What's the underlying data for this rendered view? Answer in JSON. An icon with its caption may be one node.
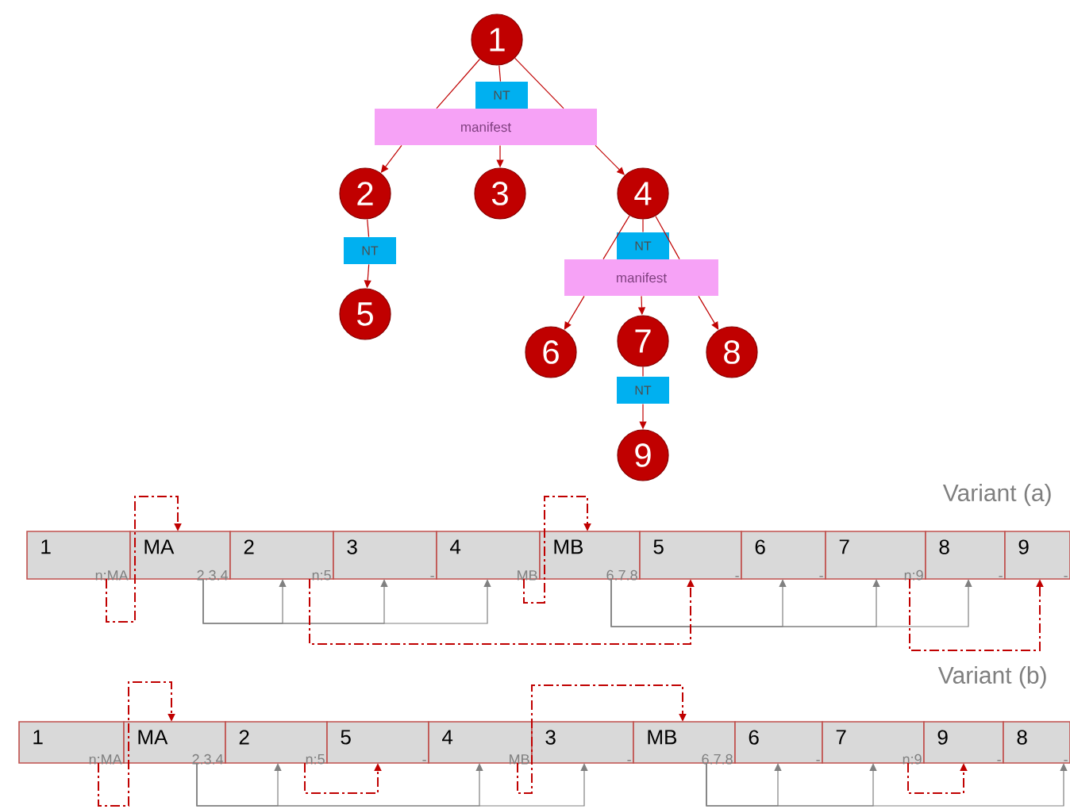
{
  "diagram": {
    "nodes": [
      {
        "text": [
          "1"
        ]
      },
      {
        "text": [
          "NT"
        ]
      },
      {
        "text": [
          "manifest"
        ]
      },
      {
        "text": [
          "2"
        ]
      },
      {
        "text": [
          "3"
        ]
      },
      {
        "text": [
          "4"
        ]
      },
      {
        "text": [
          "NT"
        ]
      },
      {
        "text": [
          "NT"
        ]
      },
      {
        "text": [
          "manifest"
        ]
      },
      {
        "text": [
          "5"
        ]
      },
      {
        "text": [
          "6"
        ]
      },
      {
        "text": [
          "7"
        ]
      },
      {
        "text": [
          "8"
        ]
      },
      {
        "text": [
          "NT"
        ]
      },
      {
        "text": [
          "9"
        ]
      },
      {
        "text": [
          "1",
          "n:MA"
        ]
      },
      {
        "text": [
          "MA",
          "2.3.4"
        ]
      },
      {
        "text": [
          "2",
          "n:5"
        ]
      },
      {
        "text": [
          "3",
          "-"
        ]
      },
      {
        "text": [
          "4",
          "MB"
        ]
      },
      {
        "text": [
          "MB",
          "6.7.8"
        ]
      },
      {
        "text": [
          "5",
          "-"
        ]
      },
      {
        "text": [
          "6",
          "-"
        ]
      },
      {
        "text": [
          "7",
          "n:9"
        ]
      },
      {
        "text": [
          "8",
          "-"
        ]
      },
      {
        "text": [
          "9",
          "-"
        ]
      },
      {
        "text": [
          "1",
          "n:MA"
        ]
      },
      {
        "text": [
          "MA",
          "2.3.4"
        ]
      },
      {
        "text": [
          "2",
          "n:5"
        ]
      },
      {
        "text": [
          "5",
          "-"
        ]
      },
      {
        "text": [
          "4",
          "MB"
        ]
      },
      {
        "text": [
          "3",
          "-"
        ]
      },
      {
        "text": [
          "MB",
          "6.7.8"
        ]
      },
      {
        "text": [
          "6",
          "-"
        ]
      },
      {
        "text": [
          "7",
          "n:9"
        ]
      },
      {
        "text": [
          "9",
          "-"
        ]
      },
      {
        "text": [
          "8",
          "-"
        ]
      }
    ],
    "edges": [
      {
        "from": 0,
        "to": 1,
        "arrow": "none"
      },
      {
        "from": 0,
        "to": 2,
        "arrow": "none"
      },
      {
        "from": 0,
        "to": 2,
        "arrow": "none"
      },
      {
        "from": 2,
        "to": 3,
        "arrow": "to"
      },
      {
        "from": 2,
        "to": 4,
        "arrow": "to"
      },
      {
        "from": 2,
        "to": 5,
        "arrow": "to"
      },
      {
        "from": 3,
        "to": 6,
        "arrow": "none"
      },
      {
        "from": 6,
        "to": 9,
        "arrow": "to"
      },
      {
        "from": 5,
        "to": 7,
        "arrow": "none"
      },
      {
        "from": 5,
        "to": 8,
        "arrow": "none"
      },
      {
        "from": 5,
        "to": 8,
        "arrow": "none"
      },
      {
        "from": 8,
        "to": 10,
        "arrow": "to"
      },
      {
        "from": 8,
        "to": 11,
        "arrow": "to"
      },
      {
        "from": 8,
        "to": 12,
        "arrow": "to"
      },
      {
        "from": 11,
        "to": 13,
        "arrow": "none"
      },
      {
        "from": 13,
        "to": 14,
        "arrow": "to"
      },
      {
        "from": 16,
        "to": 17,
        "arrow": "to",
        "color": "#808080"
      },
      {
        "from": 16,
        "to": 18,
        "arrow": "to",
        "color": "#808080"
      },
      {
        "from": 16,
        "to": 19,
        "arrow": "to",
        "color": "#808080"
      },
      {
        "from": 20,
        "to": 22,
        "arrow": "to",
        "color": "#808080"
      },
      {
        "from": 20,
        "to": 23,
        "arrow": "to",
        "color": "#808080"
      },
      {
        "from": 20,
        "to": 24,
        "arrow": "to",
        "color": "#808080"
      },
      {
        "from": 15,
        "to": 16,
        "arrow": "to",
        "style": "dashed"
      },
      {
        "from": 17,
        "to": 21,
        "arrow": "to",
        "style": "dashed"
      },
      {
        "from": 19,
        "to": 20,
        "arrow": "to",
        "style": "dashed"
      },
      {
        "from": 23,
        "to": 25,
        "arrow": "to",
        "style": "dashed"
      },
      {
        "from": 27,
        "to": 28,
        "arrow": "to",
        "color": "#808080"
      },
      {
        "from": 27,
        "to": 30,
        "arrow": "to",
        "color": "#808080"
      },
      {
        "from": 27,
        "to": 31,
        "arrow": "to",
        "color": "#808080"
      },
      {
        "from": 32,
        "to": 33,
        "arrow": "to",
        "color": "#808080"
      },
      {
        "from": 32,
        "to": 34,
        "arrow": "to",
        "color": "#808080"
      },
      {
        "from": 32,
        "to": 36,
        "arrow": "to",
        "color": "#808080"
      },
      {
        "from": 26,
        "to": 27,
        "arrow": "to",
        "style": "dashed"
      },
      {
        "from": 28,
        "to": 29,
        "arrow": "to",
        "style": "dashed"
      },
      {
        "from": 30,
        "to": 32,
        "arrow": "to",
        "style": "dashed"
      },
      {
        "from": 34,
        "to": 35,
        "arrow": "to",
        "style": "dashed"
      }
    ],
    "labels": [
      "Variant (a)",
      "Variant (b)"
    ]
  }
}
